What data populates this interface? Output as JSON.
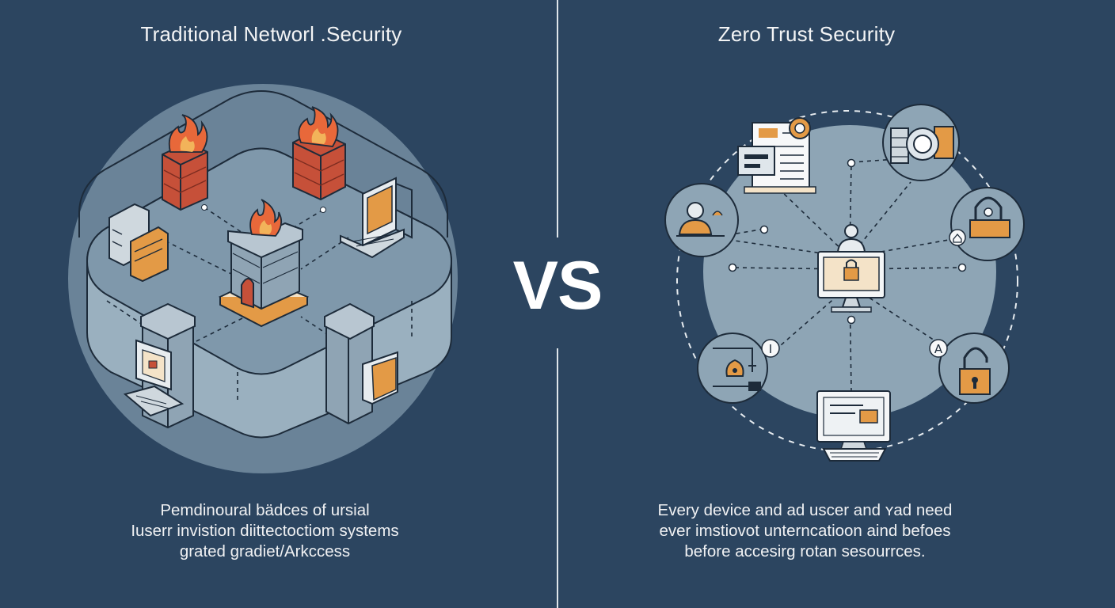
{
  "left": {
    "title": "Traditional Networl .Security",
    "description_lines": [
      "Pemdinoural bädces of ursial",
      "Iuserr invistion diittectoctiom systems",
      "grated gradiet/Arkccess"
    ]
  },
  "center": {
    "vs_label": "VS"
  },
  "right": {
    "title": "Zero Trust Security",
    "description_lines": [
      "Every device and ad uscer and ʏad need",
      "ever imstiovot unterncatioon aind befoes",
      "before accesirg rotan sesourrces."
    ],
    "node_badges": [
      "I",
      "A"
    ]
  },
  "colors": {
    "background": "#2c4560",
    "accent_orange": "#e39a46",
    "brick_red": "#c65039",
    "panel_fill": "#8ea5b5",
    "line": "#1d2b3a"
  }
}
